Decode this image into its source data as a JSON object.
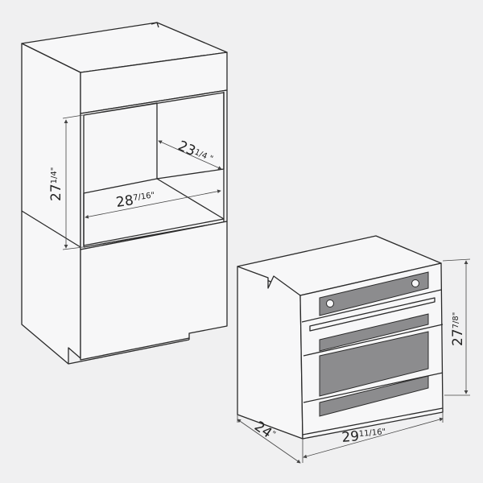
{
  "colors": {
    "background": "#f0f0f1",
    "line": "#2a2a2a",
    "glass": "#8c8c8e"
  },
  "cabinet": {
    "height_label": {
      "whole": "27",
      "fraction": "1/4",
      "unit": "\""
    },
    "width_label": {
      "whole": "28",
      "fraction": "7/16",
      "unit": "\""
    },
    "depth_label": {
      "whole": "23",
      "fraction": "1/4",
      "unit": " \""
    }
  },
  "oven": {
    "height_label": {
      "whole": "27",
      "fraction": "7/8",
      "unit": "\""
    },
    "width_label": {
      "whole": "29",
      "fraction": "11/16",
      "unit": "\""
    },
    "depth_label": {
      "whole": "24",
      "fraction": "",
      "unit": "\""
    }
  }
}
